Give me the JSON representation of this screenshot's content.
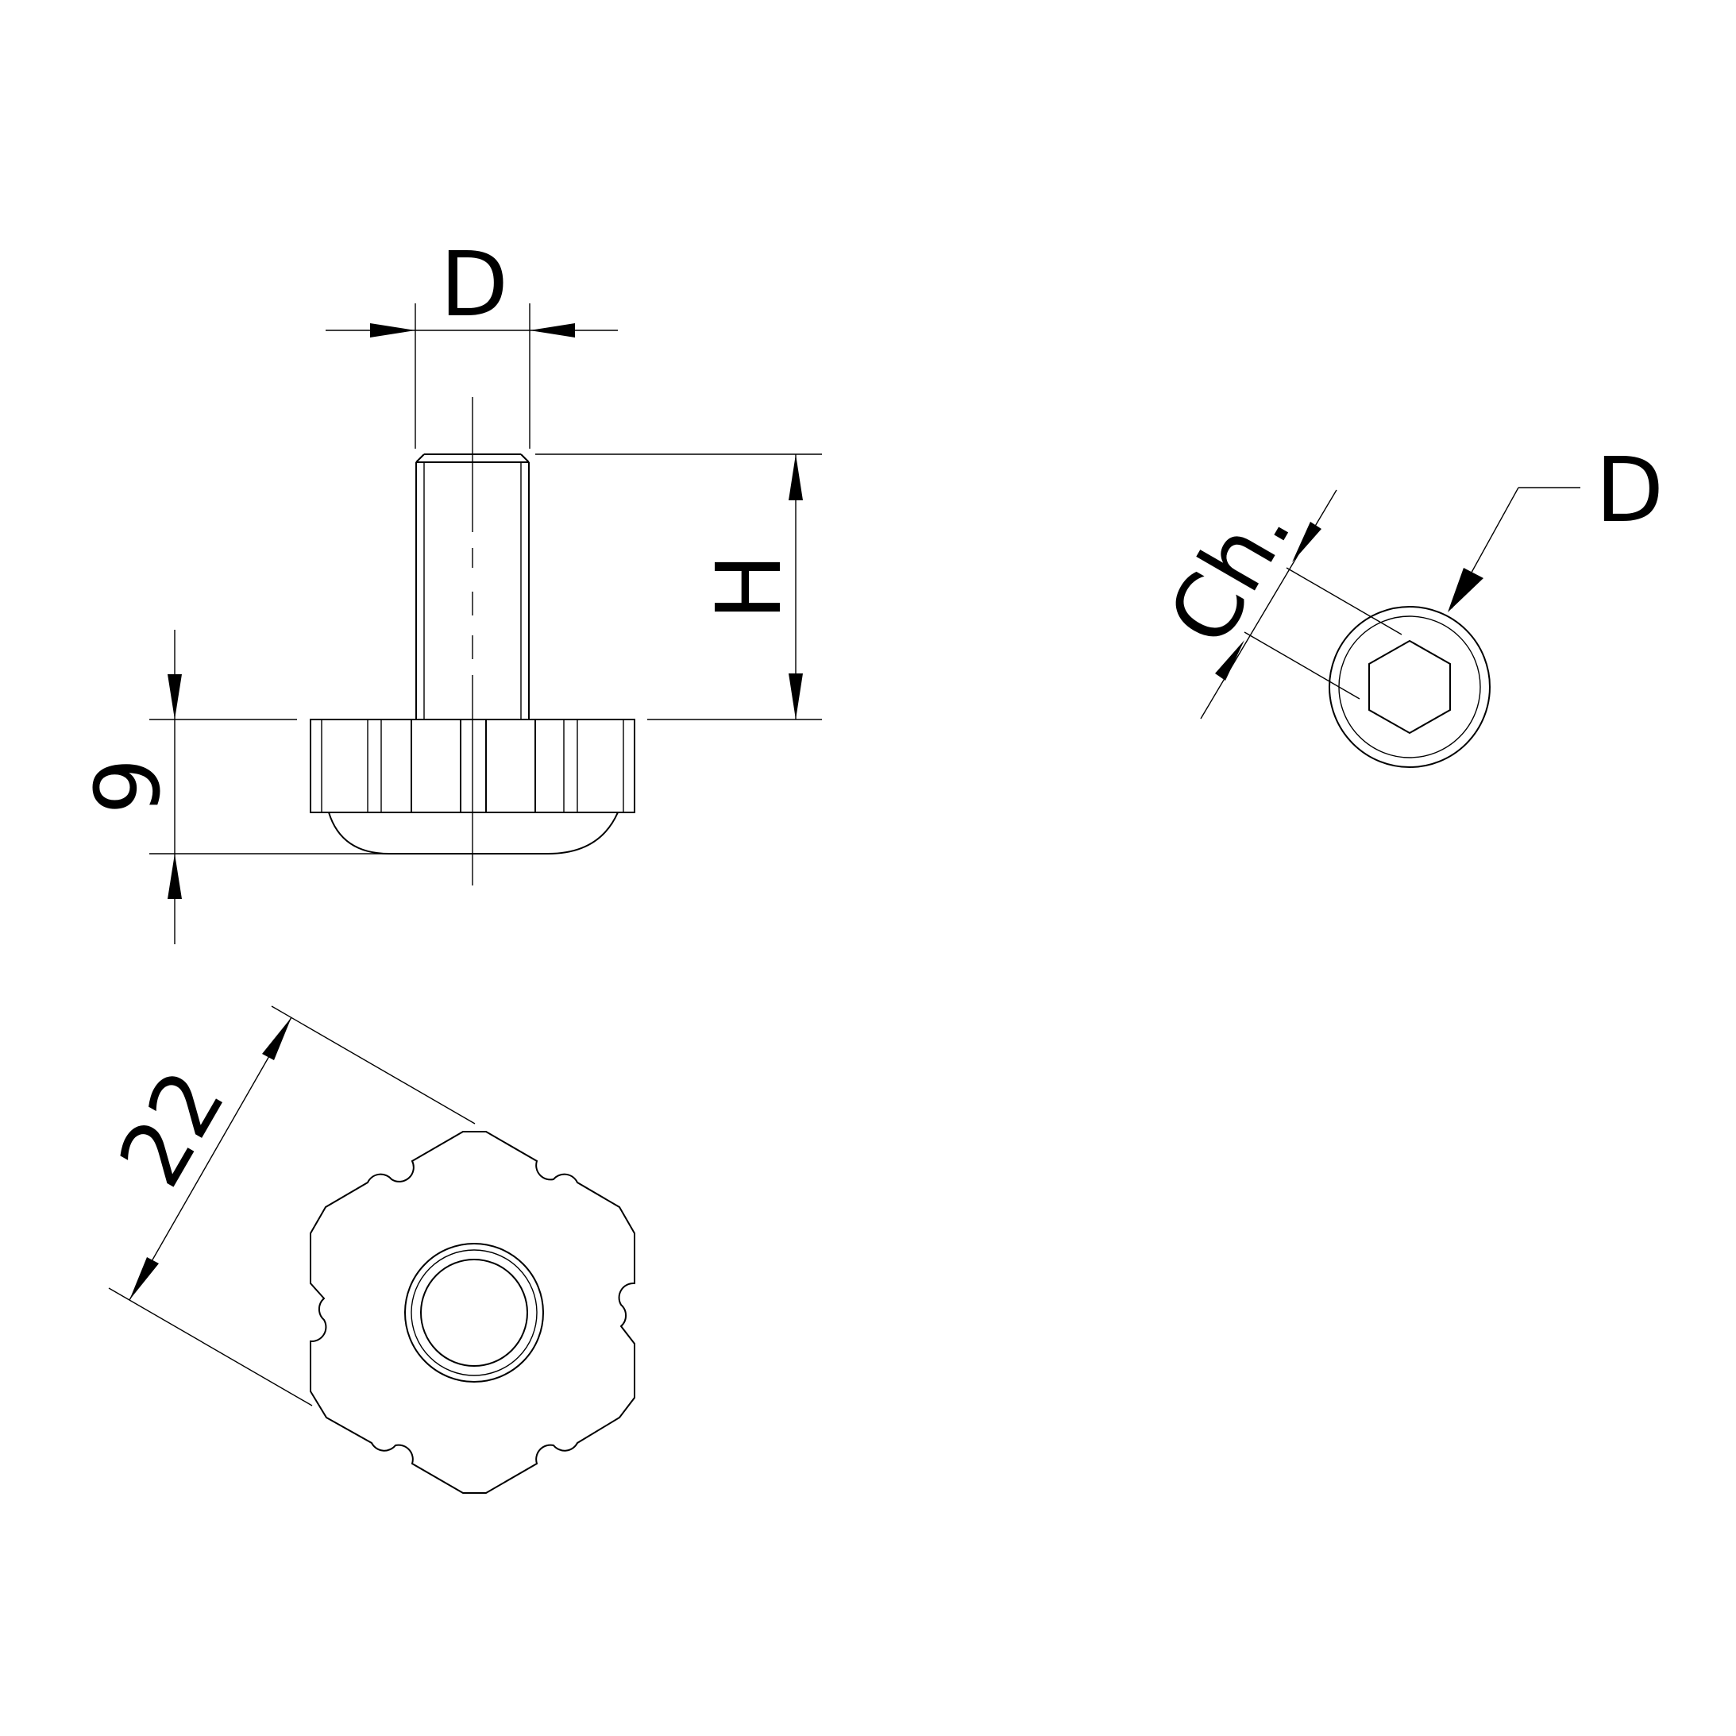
{
  "labels": {
    "shaft_diameter": "D",
    "height": "H",
    "base_thickness": "9",
    "base_width": "22",
    "hex_key": "Ch.",
    "end_diameter": "D"
  },
  "colors": {
    "line": "#000000",
    "background": "#ffffff"
  }
}
